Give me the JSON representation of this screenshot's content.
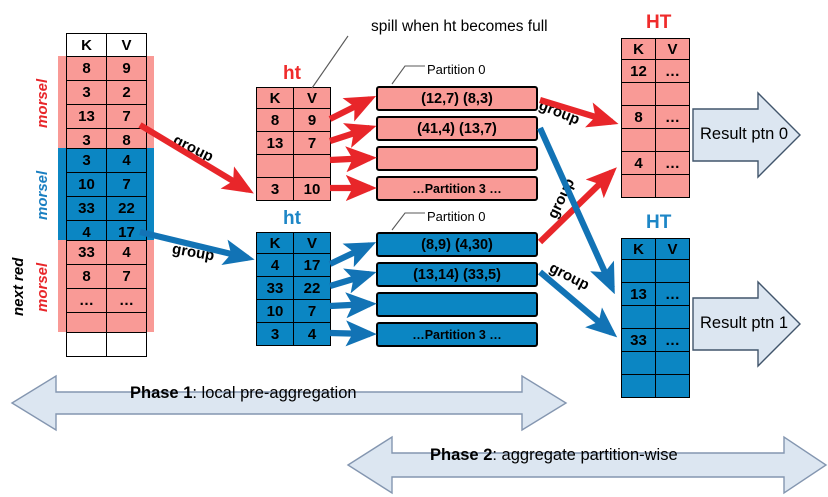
{
  "title": "Two-phase parallel aggregation with morsels, local hash tables and partition-wise aggregation",
  "colors": {
    "red_fill": "#f99a96",
    "blue_fill": "#0b86c3",
    "red_accent": "#ef2b2b",
    "blue_accent": "#1d86c6",
    "arrow_red": "#e8262a",
    "arrow_blue": "#1273b5",
    "phase_fill": "#dce6f1",
    "phase_stroke": "#8496b0"
  },
  "source_relation": {
    "header": [
      "K",
      "V"
    ],
    "morsels": [
      {
        "label": "morsel",
        "color": "red",
        "rows": [
          [
            "8",
            "9"
          ],
          [
            "3",
            "2"
          ],
          [
            "13",
            "7"
          ],
          [
            "3",
            "8"
          ]
        ]
      },
      {
        "label": "morsel",
        "color": "blue",
        "rows": [
          [
            "3",
            "4"
          ],
          [
            "10",
            "7"
          ],
          [
            "33",
            "22"
          ],
          [
            "4",
            "17"
          ]
        ]
      },
      {
        "label": "morsel",
        "sublabel": "next red",
        "color": "red",
        "rows": [
          [
            "33",
            "4"
          ],
          [
            "8",
            "7"
          ],
          [
            "…",
            "…"
          ],
          [
            "",
            ""
          ]
        ]
      }
    ],
    "trailing_empty_rows": 1
  },
  "local_hash_tables": [
    {
      "title": "ht",
      "color": "red",
      "header": [
        "K",
        "V"
      ],
      "rows": [
        [
          "8",
          "9"
        ],
        [
          "13",
          "7"
        ],
        [
          "",
          ""
        ],
        [
          "3",
          "10"
        ]
      ]
    },
    {
      "title": "ht",
      "color": "blue",
      "header": [
        "K",
        "V"
      ],
      "rows": [
        [
          "4",
          "17"
        ],
        [
          "33",
          "22"
        ],
        [
          "10",
          "7"
        ],
        [
          "3",
          "4"
        ]
      ]
    }
  ],
  "partition_groups": [
    {
      "color": "red",
      "callout": "Partition 0",
      "bars": [
        "(12,7)  (8,3)",
        "(41,4) (13,7)",
        "",
        "…Partition 3 …"
      ]
    },
    {
      "color": "blue",
      "callout": "Partition 0",
      "bars": [
        "(8,9)  (4,30)",
        "(13,14) (33,5)",
        "",
        "…Partition 3 …"
      ]
    }
  ],
  "global_hash_tables": [
    {
      "title": "HT",
      "color": "red",
      "header": [
        "K",
        "V"
      ],
      "rows": [
        [
          "12",
          "…"
        ],
        [
          "",
          ""
        ],
        [
          "8",
          "…"
        ],
        [
          "",
          ""
        ],
        [
          "4",
          "…"
        ],
        [
          "",
          ""
        ]
      ],
      "result_label": "Result ptn 0"
    },
    {
      "title": "HT",
      "color": "blue",
      "header": [
        "K",
        "V"
      ],
      "rows": [
        [
          "",
          ""
        ],
        [
          "13",
          "…"
        ],
        [
          "",
          ""
        ],
        [
          "33",
          "…"
        ],
        [
          "",
          ""
        ],
        [
          "",
          ""
        ]
      ],
      "result_label": "Result ptn 1"
    }
  ],
  "annotations": {
    "spill_note": "spill when ht becomes full",
    "group_labels": [
      "group",
      "group",
      "group",
      "group",
      "group"
    ]
  },
  "phases": [
    {
      "name": "Phase 1",
      "separator": ": ",
      "desc": "local pre-aggregation"
    },
    {
      "name": "Phase 2",
      "separator": ": ",
      "desc": "aggregate partition-wise"
    }
  ]
}
